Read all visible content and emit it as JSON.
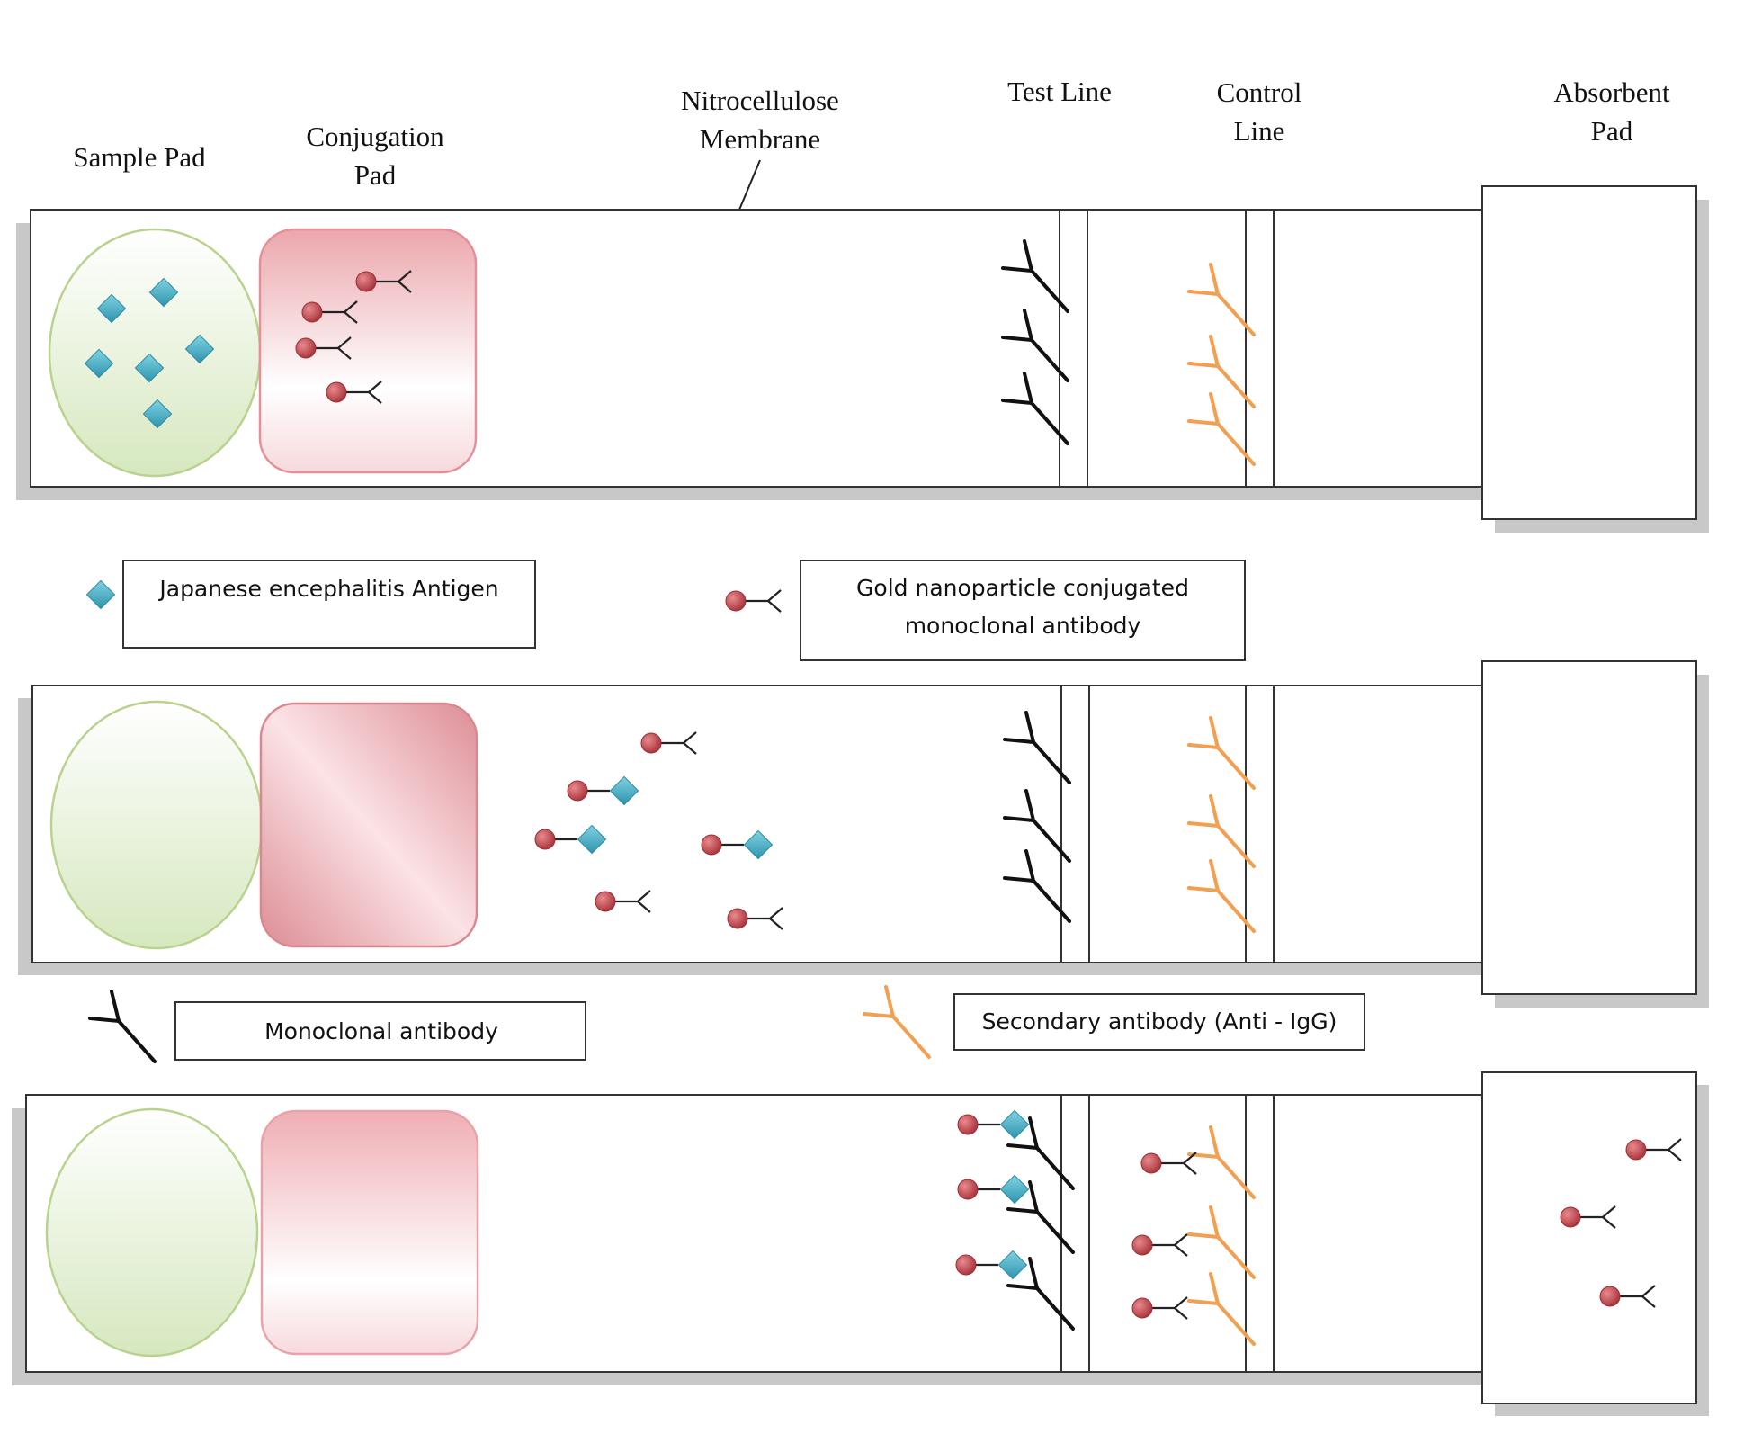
{
  "labels": {
    "sample_pad": "Sample Pad",
    "conjugation_pad": [
      "Conjugation",
      "Pad"
    ],
    "nitrocellulose_membrane": [
      "Nitrocellulose",
      "Membrane"
    ],
    "test_line": "Test Line",
    "control_line": [
      "Control",
      "Line"
    ],
    "absorbent_pad": [
      "Absorbent",
      "Pad"
    ]
  },
  "legend": {
    "antigen": "Japanese encephalitis Antigen",
    "gold_conjugate": [
      "Gold nanoparticle conjugated",
      "monoclonal antibody"
    ],
    "monoclonal": "Monoclonal antibody",
    "secondary": "Secondary antibody (Anti - IgG)"
  },
  "colors": {
    "antigen": "#4bb3c9",
    "gold_particle": "#c44a4f",
    "secondary_antibody": "#f0a050",
    "monoclonal_antibody": "#111111",
    "sample_pad_fill": "#e0eecb",
    "conjugation_pad_fill": "#e99aa1"
  }
}
